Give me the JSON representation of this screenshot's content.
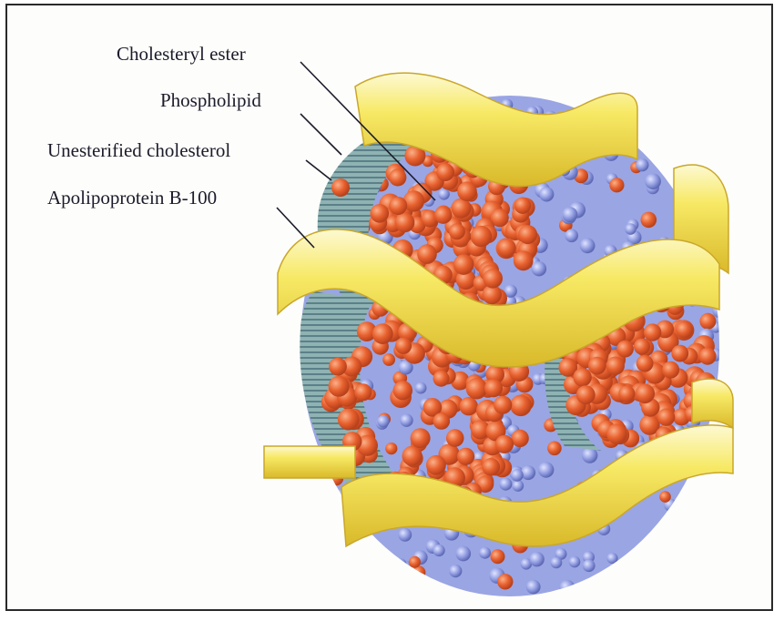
{
  "labels": {
    "cholesteryl_ester": "Cholesteryl ester",
    "phospholipid": "Phospholipid",
    "unesterified_cholesterol": "Unesterified cholesterol",
    "apolipoprotein": "Apolipoprotein B-100"
  },
  "colors": {
    "core_orange": "#e8612f",
    "core_highlight": "#f59a6e",
    "surface_blue": "#8f9be0",
    "membrane_teal": "#6f9aa0",
    "ribbon_yellow": "#f4e24a",
    "ribbon_highlight": "#fbf6c4",
    "leader_line": "#1b1b2a"
  },
  "icons": [
    "ldl-particle-illustration"
  ]
}
